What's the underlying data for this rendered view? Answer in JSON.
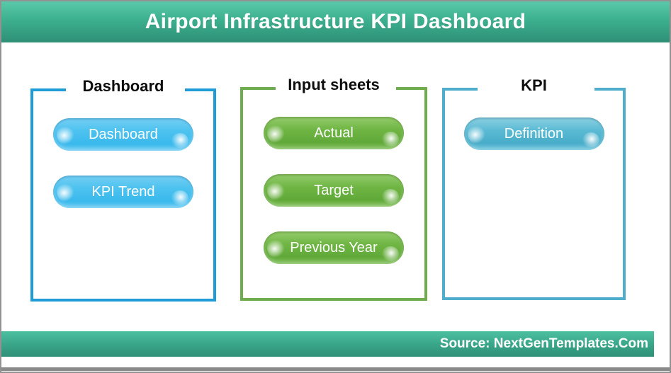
{
  "header": {
    "title": "Airport Infrastructure KPI Dashboard"
  },
  "sections": [
    {
      "title": "Dashboard",
      "accent_color": "#1f9cd8",
      "button_color": "#4cc2ef",
      "buttons": [
        {
          "label": "Dashboard"
        },
        {
          "label": "KPI Trend"
        }
      ]
    },
    {
      "title": "Input sheets",
      "accent_color": "#6fac4d",
      "button_color": "#6fb544",
      "buttons": [
        {
          "label": "Actual"
        },
        {
          "label": "Target"
        },
        {
          "label": "Previous Year"
        }
      ]
    },
    {
      "title": "KPI",
      "accent_color": "#4faecb",
      "button_color": "#5abad4",
      "buttons": [
        {
          "label": "Definition"
        }
      ]
    }
  ],
  "footer": {
    "source": "Source: NextGenTemplates.Com"
  },
  "colors": {
    "banner_top": "#5ac9aa",
    "banner_bottom": "#2e8f76",
    "page_border": "#929292"
  }
}
